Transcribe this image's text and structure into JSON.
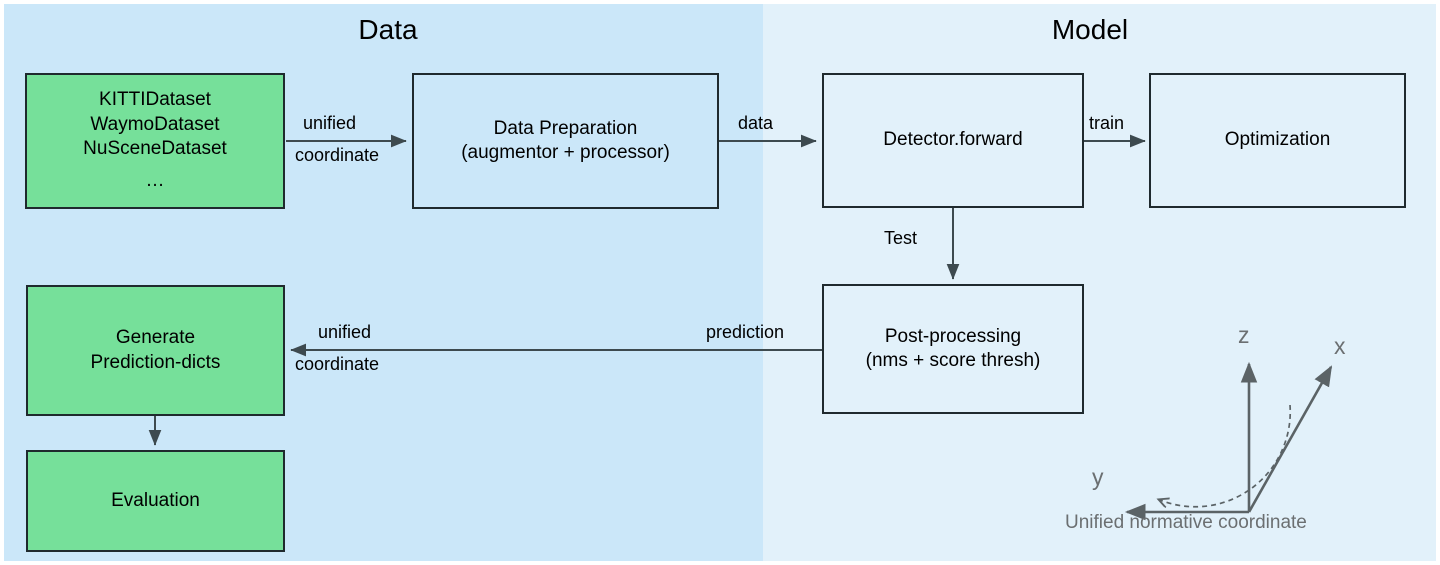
{
  "sections": [
    {
      "id": "data",
      "title": "Data"
    },
    {
      "id": "model",
      "title": "Model"
    }
  ],
  "colors": {
    "panel_data_bg": "#cbe7f9",
    "panel_model_bg": "#e2f1fa",
    "node_green": "#76e09a",
    "node_border": "#1f2a2e",
    "arrow": "#3d4a4f",
    "caption_gray": "#6b6f71"
  },
  "nodes": {
    "datasets": {
      "lines": [
        "KITTIDataset",
        "WaymoDataset",
        "NuSceneDataset",
        "…"
      ]
    },
    "data_preparation": {
      "lines": [
        "Data Preparation",
        "(augmentor + processor)"
      ]
    },
    "detector_forward": {
      "lines": [
        "Detector.forward"
      ]
    },
    "optimization": {
      "lines": [
        "Optimization"
      ]
    },
    "post_processing": {
      "lines": [
        "Post-processing",
        "(nms + score thresh)"
      ]
    },
    "generate_prediction_dicts": {
      "lines": [
        "Generate",
        "Prediction-dicts"
      ]
    },
    "evaluation": {
      "lines": [
        "Evaluation"
      ]
    }
  },
  "edges": {
    "datasets_to_prep": {
      "line1": "unified",
      "line2": "coordinate"
    },
    "prep_to_detector": {
      "line1": "data"
    },
    "detector_to_optim": {
      "line1": "train"
    },
    "detector_to_post": {
      "line1": "Test"
    },
    "post_to_generate_near": {
      "line1": "prediction"
    },
    "post_to_generate_far": {
      "line1": "unified",
      "line2": "coordinate"
    }
  },
  "coordinate_figure": {
    "axes": {
      "z": "z",
      "x": "x",
      "y": "y"
    },
    "caption": "Unified normative coordinate"
  }
}
